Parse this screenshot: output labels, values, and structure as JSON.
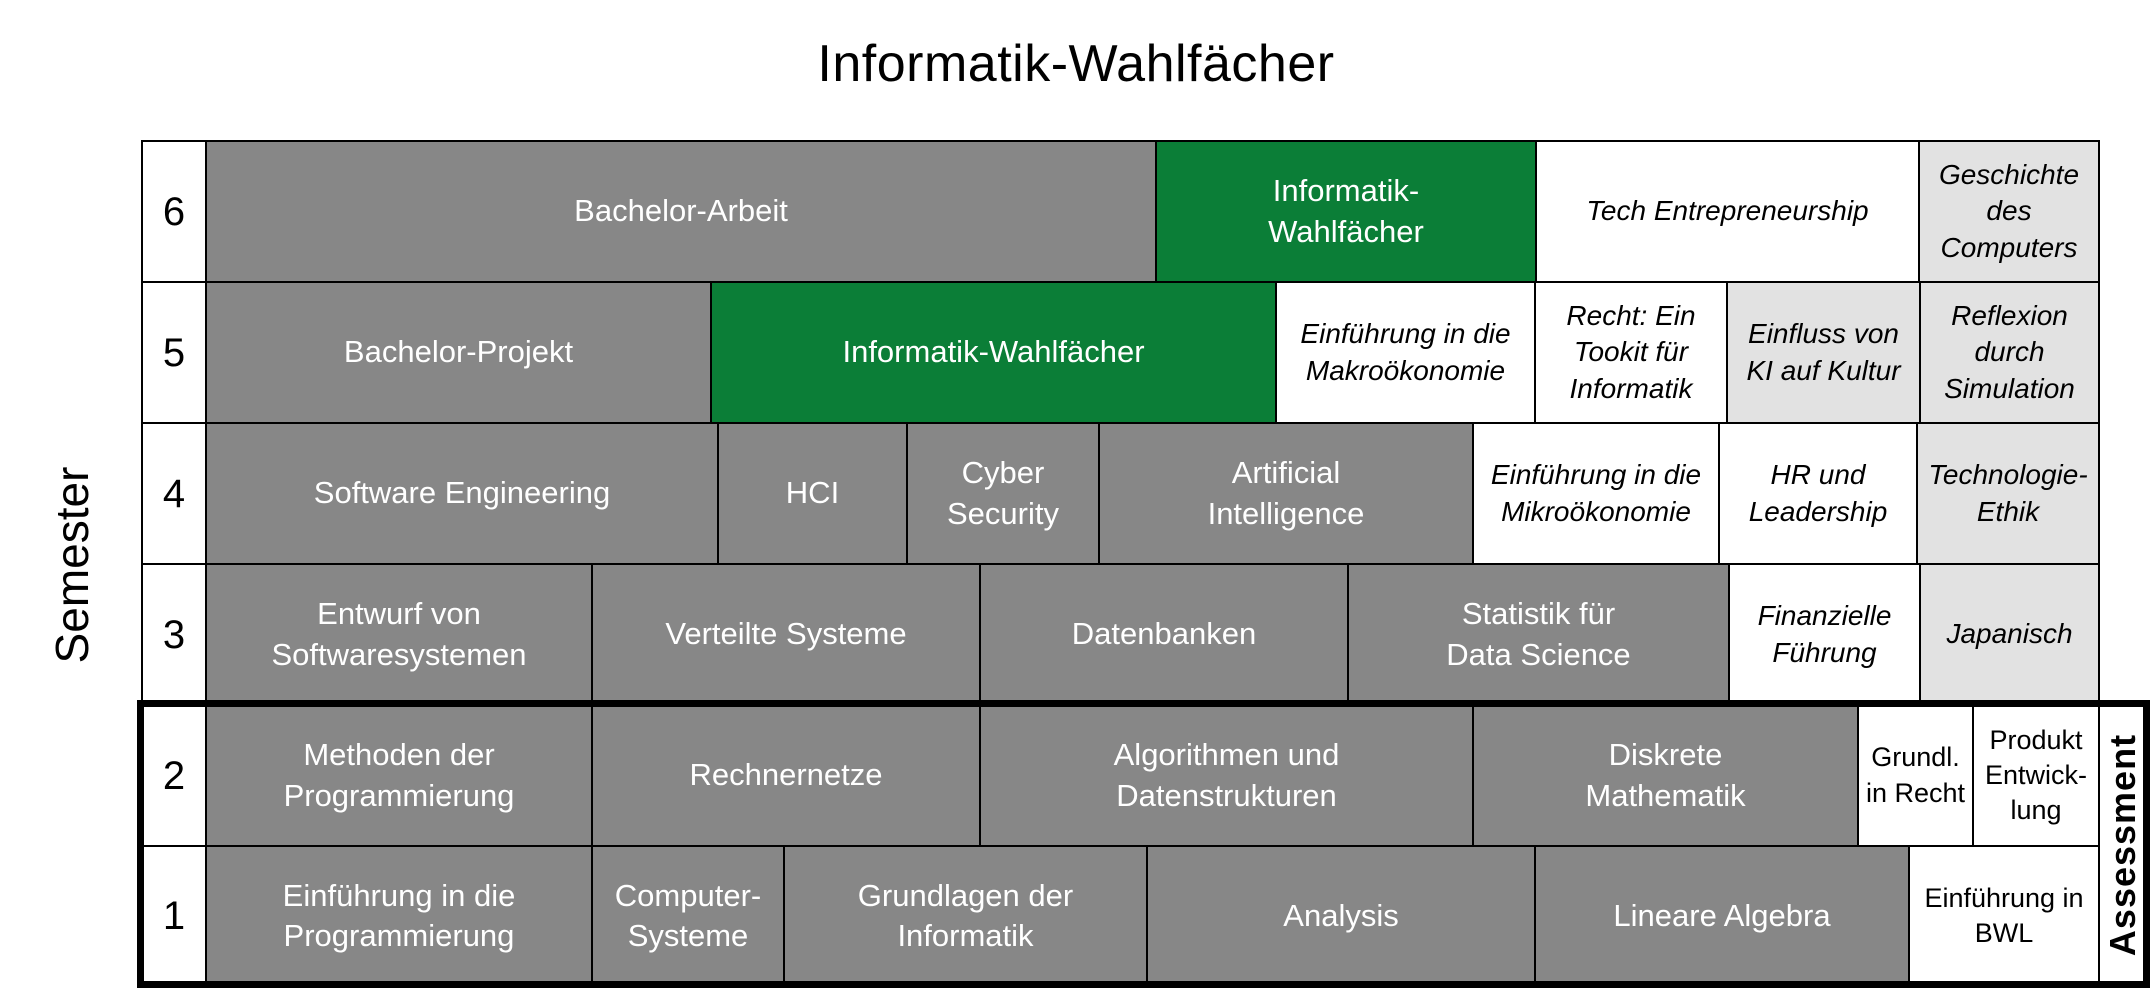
{
  "title": "Informatik-Wahlfächer",
  "axis": {
    "y_label": "Semester",
    "assessment_label": "Assessment"
  },
  "colors": {
    "core_gray": "#878787",
    "cs_elective_green": "#0b7e37",
    "context_light_gray": "#e2e2e2",
    "elective_white": "#ffffff",
    "border_black": "#000000"
  },
  "rows": [
    {
      "semester": "6",
      "cells": [
        {
          "label": "Bachelor-Arbeit",
          "type": "core"
        },
        {
          "label": "Informatik-\nWahlfächer",
          "type": "cs-elective"
        },
        {
          "label": "Tech Entrepreneurship",
          "type": "elective"
        },
        {
          "label": "Geschichte des\nComputers",
          "type": "context"
        }
      ]
    },
    {
      "semester": "5",
      "cells": [
        {
          "label": "Bachelor-Projekt",
          "type": "core"
        },
        {
          "label": "Informatik-Wahlfächer",
          "type": "cs-elective"
        },
        {
          "label": "Einführung in die\nMakroökonomie",
          "type": "elective"
        },
        {
          "label": "Recht: Ein\nTookit für\nInformatik",
          "type": "elective"
        },
        {
          "label": "Einfluss von\nKI auf Kultur",
          "type": "context"
        },
        {
          "label": "Reflexion\ndurch\nSimulation",
          "type": "context"
        }
      ]
    },
    {
      "semester": "4",
      "cells": [
        {
          "label": "Software Engineering",
          "type": "core"
        },
        {
          "label": "HCI",
          "type": "core"
        },
        {
          "label": "Cyber\nSecurity",
          "type": "core"
        },
        {
          "label": "Artificial\nIntelligence",
          "type": "core"
        },
        {
          "label": "Einführung in die\nMikroökonomie",
          "type": "elective"
        },
        {
          "label": "HR und\nLeadership",
          "type": "elective"
        },
        {
          "label": "Technologie-\nEthik",
          "type": "context"
        }
      ]
    },
    {
      "semester": "3",
      "cells": [
        {
          "label": "Entwurf von\nSoftwaresystemen",
          "type": "core"
        },
        {
          "label": "Verteilte Systeme",
          "type": "core"
        },
        {
          "label": "Datenbanken",
          "type": "core"
        },
        {
          "label": "Statistik für\nData Science",
          "type": "core"
        },
        {
          "label": "Finanzielle\nFührung",
          "type": "elective"
        },
        {
          "label": "Japanisch",
          "type": "context"
        }
      ]
    },
    {
      "semester": "2",
      "cells": [
        {
          "label": "Methoden der\nProgrammierung",
          "type": "core"
        },
        {
          "label": "Rechnernetze",
          "type": "core"
        },
        {
          "label": "Algorithmen und\nDatenstrukturen",
          "type": "core"
        },
        {
          "label": "Diskrete\nMathematik",
          "type": "core"
        },
        {
          "label": "Grundl.\nin Recht",
          "type": "business"
        },
        {
          "label": "Produkt\nEntwick-\nlung",
          "type": "business"
        }
      ]
    },
    {
      "semester": "1",
      "cells": [
        {
          "label": "Einführung in die\nProgrammierung",
          "type": "core"
        },
        {
          "label": "Computer-\nSysteme",
          "type": "core"
        },
        {
          "label": "Grundlagen der\nInformatik",
          "type": "core"
        },
        {
          "label": "Analysis",
          "type": "core"
        },
        {
          "label": "Lineare Algebra",
          "type": "core"
        },
        {
          "label": "Einführung in\nBWL",
          "type": "business"
        }
      ]
    }
  ]
}
